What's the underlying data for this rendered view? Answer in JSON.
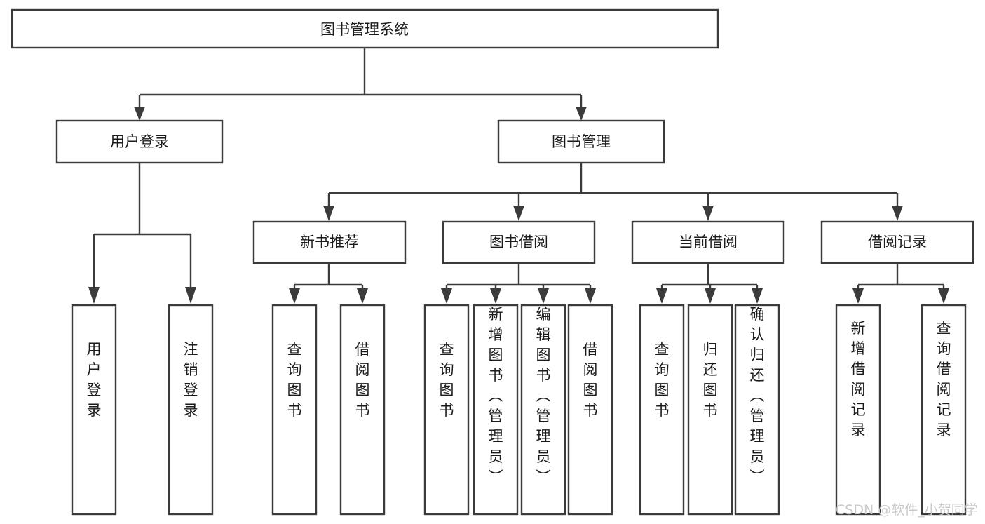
{
  "diagram": {
    "title": "图书管理系统",
    "type": "hierarchy-tree",
    "root": {
      "label": "图书管理系统"
    },
    "level2": [
      {
        "label": "用户登录"
      },
      {
        "label": "图书管理"
      }
    ],
    "level3": [
      {
        "label": "新书推荐"
      },
      {
        "label": "图书借阅"
      },
      {
        "label": "当前借阅"
      },
      {
        "label": "借阅记录"
      }
    ],
    "leaves_user_login": [
      {
        "label": "用户登录"
      },
      {
        "label": "注销登录"
      }
    ],
    "leaves_new_book": [
      {
        "label": "查询图书"
      },
      {
        "label": "借阅图书"
      }
    ],
    "leaves_borrow": [
      {
        "label": "查询图书"
      },
      {
        "label": "新增图书（管理员）"
      },
      {
        "label": "编辑图书（管理员）"
      },
      {
        "label": "借阅图书"
      }
    ],
    "leaves_current": [
      {
        "label": "查询图书"
      },
      {
        "label": "归还图书"
      },
      {
        "label": "确认归还（管理员）"
      }
    ],
    "leaves_records": [
      {
        "label": "新增借阅记录"
      },
      {
        "label": "查询借阅记录"
      }
    ]
  },
  "watermark": {
    "text": "CSDN @软件_小贺同学"
  },
  "colors": {
    "background": "#ffffff",
    "box_fill": "#ffffff",
    "box_stroke": "#3b3b3b",
    "text": "#1b1b1b",
    "watermark": "#c9c9c9"
  }
}
